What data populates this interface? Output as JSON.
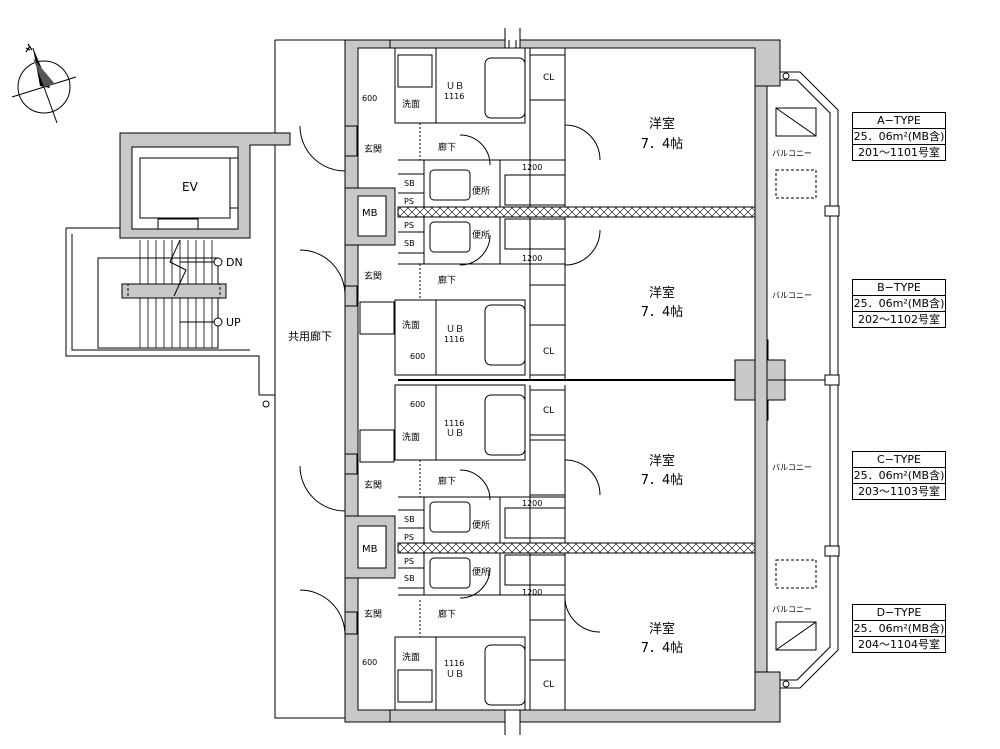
{
  "units": [
    {
      "room": "洋室",
      "size": "7．4帖",
      "type": "A−TYPE",
      "area": "25．06m²(MB含)",
      "rooms": "201～1101号室"
    },
    {
      "room": "洋室",
      "size": "7．4帖",
      "type": "B−TYPE",
      "area": "25．06m²(MB含)",
      "rooms": "202～1102号室"
    },
    {
      "room": "洋室",
      "size": "7．4帖",
      "type": "C−TYPE",
      "area": "25．06m²(MB含)",
      "rooms": "203～1103号室"
    },
    {
      "room": "洋室",
      "size": "7．4帖",
      "type": "D−TYPE",
      "area": "25．06m²(MB含)",
      "rooms": "204～1104号室"
    }
  ],
  "labels": {
    "ev": "EV",
    "dn": "DN",
    "up": "UP",
    "corridor": "共用廊下",
    "mb": "MB",
    "genkan": "玄関",
    "senmen": "洗面",
    "rouka": "廊下",
    "ub": "ＵＢ",
    "ub_num": "1116",
    "sb": "SB",
    "ps": "PS",
    "toilet": "便所",
    "cl": "CL",
    "counter": "1200",
    "wm": "600",
    "balcony": "バルコニー"
  },
  "colors": {
    "wall": "#c8c8c8",
    "line": "#000000"
  }
}
